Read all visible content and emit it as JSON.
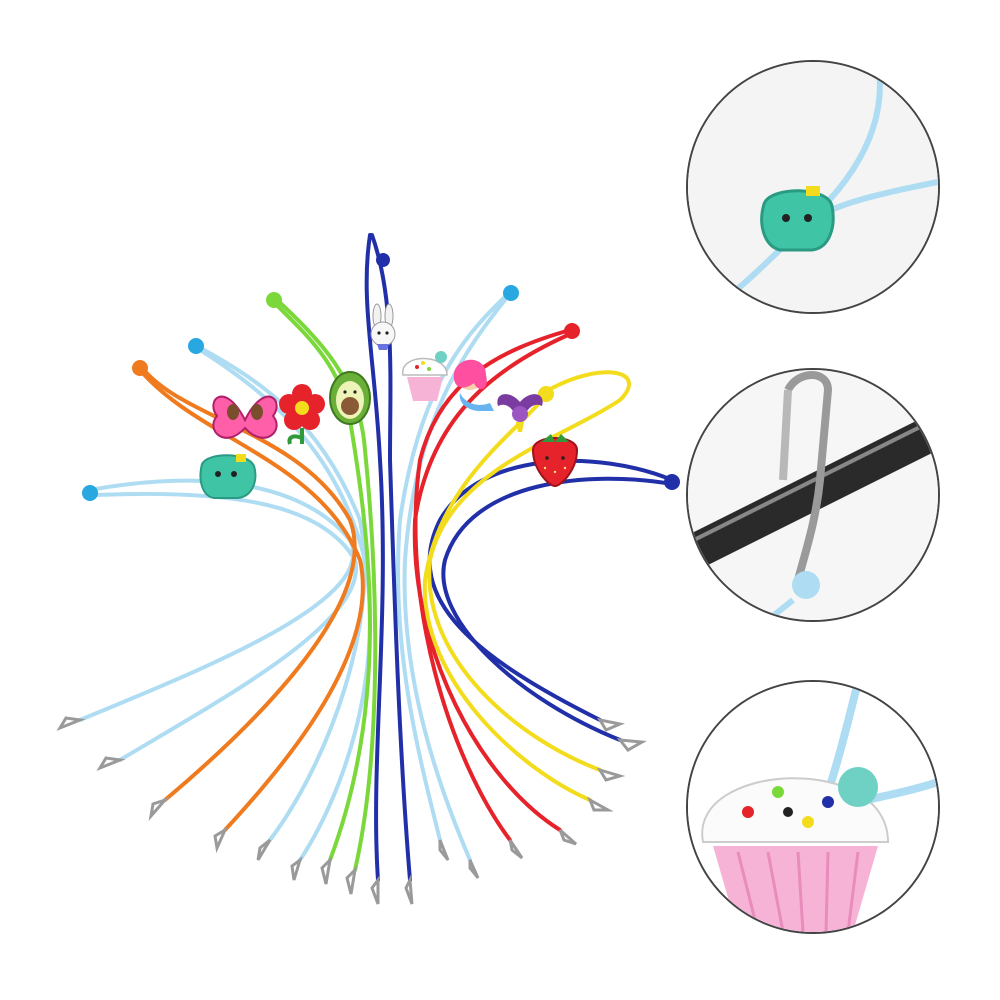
{
  "product": {
    "type": "kids mask lanyards with cartoon charms",
    "cord_colors": [
      "#aedcf2",
      "#f07a1e",
      "#7bd83a",
      "#2130a8",
      "#e6232b",
      "#f3dc1c"
    ],
    "charms": [
      "dinosaur-charm",
      "butterfly-charm",
      "flower-charm",
      "avocado-charm",
      "bunny-charm",
      "cupcake-charm",
      "mermaid-charm",
      "bat-charm",
      "strawberry-charm"
    ]
  },
  "details": [
    {
      "name": "dinosaur-closeup",
      "background": "#f4f4f4"
    },
    {
      "name": "clip-on-glasses-closeup",
      "background": "#f6f6f6"
    },
    {
      "name": "cupcake-closeup",
      "background": "#ffffff"
    }
  ]
}
